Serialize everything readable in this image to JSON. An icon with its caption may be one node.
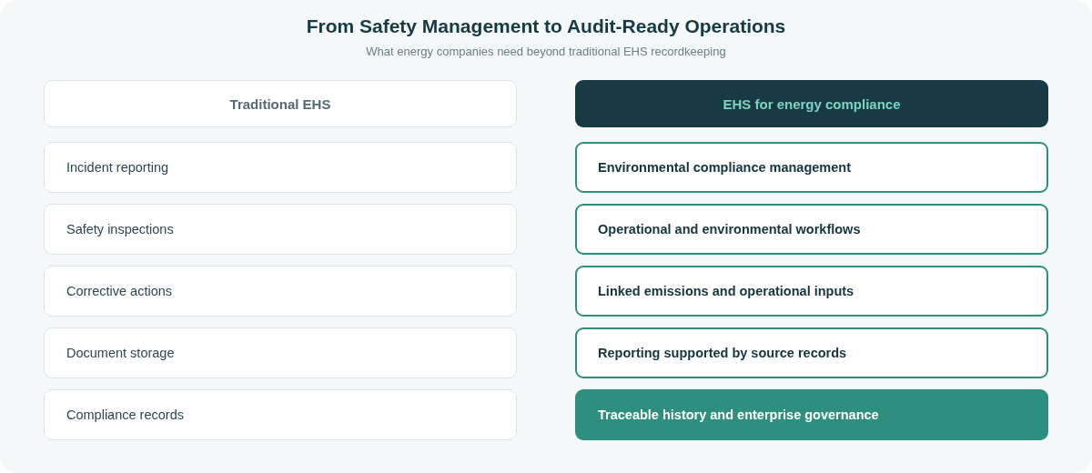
{
  "diagram": {
    "title": "From Safety Management to Audit-Ready Operations",
    "nodes": [
      {
        "text": [
          "Traditional EHS"
        ]
      },
      {
        "text": [
          "EHS for energy compliance"
        ]
      },
      {
        "text": [
          "Incident reporting"
        ]
      },
      {
        "text": [
          "Environmental compliance management"
        ]
      },
      {
        "text": [
          "Safety inspections"
        ]
      },
      {
        "text": [
          "Operational and environmental workflows"
        ]
      },
      {
        "text": [
          "Corrective actions"
        ]
      },
      {
        "text": [
          "Linked emissions and operational inputs"
        ]
      },
      {
        "text": [
          "Document storage"
        ]
      },
      {
        "text": [
          "Reporting supported by source records"
        ]
      },
      {
        "text": [
          "Compliance records"
        ]
      },
      {
        "text": [
          "Traceable history and enterprise governance"
        ]
      }
    ],
    "labels": [
      "What energy companies need beyond traditional EHS recordkeeping"
    ]
  }
}
